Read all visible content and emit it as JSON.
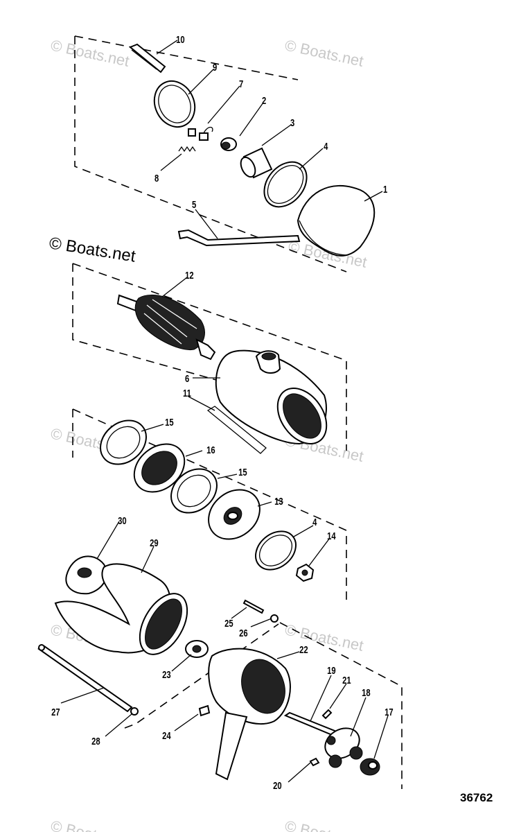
{
  "watermarks": {
    "main": "© Boats.net",
    "faded": "© Boats.net"
  },
  "figure_number": "36762",
  "callouts": {
    "p1": "1",
    "p2": "2",
    "p3": "3",
    "p4a": "4",
    "p4b": "4",
    "p5": "5",
    "p6": "6",
    "p7": "7",
    "p8": "8",
    "p9": "9",
    "p10": "10",
    "p11": "11",
    "p12": "12",
    "p13": "13",
    "p14": "14",
    "p15a": "15",
    "p15b": "15",
    "p16": "16",
    "p17": "17",
    "p18": "18",
    "p19": "19",
    "p20": "20",
    "p21": "21",
    "p22": "22",
    "p23": "23",
    "p24": "24",
    "p25": "25",
    "p26": "26",
    "p27": "27",
    "p28": "28",
    "p29": "29",
    "p30": "30"
  },
  "colors": {
    "line": "#000000",
    "watermark": "#c8c8c8",
    "background": "#ffffff"
  }
}
